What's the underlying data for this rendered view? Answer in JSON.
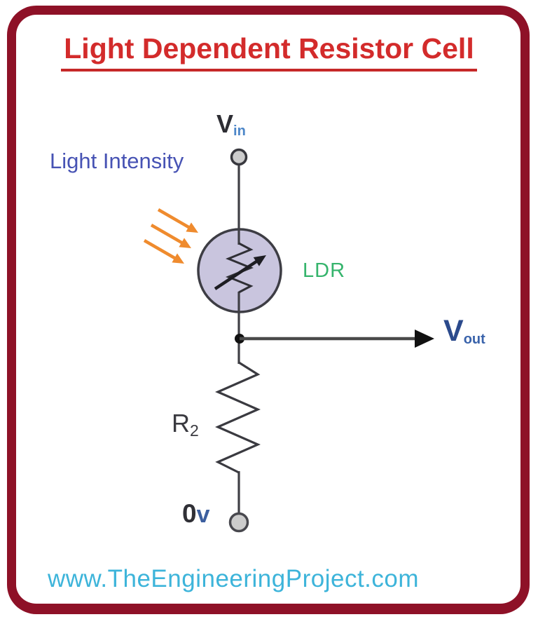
{
  "meta": {
    "type": "circuit-diagram",
    "subject": "LDR voltage divider cell"
  },
  "title": {
    "text": "Light Dependent Resistor Cell"
  },
  "labels": {
    "input_voltage": {
      "base": "V",
      "subscript": "in"
    },
    "light_intensity": "Light Intensity",
    "ldr": "LDR",
    "output_voltage": {
      "base": "V",
      "subscript": "out"
    },
    "resistor": {
      "base": "R",
      "subscript": "2"
    },
    "ground": {
      "zero": "0",
      "unit": "v"
    }
  },
  "footer": {
    "website": "www.TheEngineeringProject.com"
  },
  "colors": {
    "frame_border": "#8e1127",
    "title_red": "#d32b2b",
    "light_intensity_blue": "#4753b4",
    "ldr_green": "#35b46c",
    "vout_navy": "#2b4a8c",
    "vin_sub_blue": "#4c86c8",
    "orange_rays": "#ef8b2e",
    "ldr_fill": "#c9c5de",
    "ldr_stroke": "#3d3d44",
    "wire": "#3f3f45",
    "arrow_black": "#1d1d22",
    "terminal_fill": "#cccccc",
    "website_cyan": "#3db4da"
  }
}
